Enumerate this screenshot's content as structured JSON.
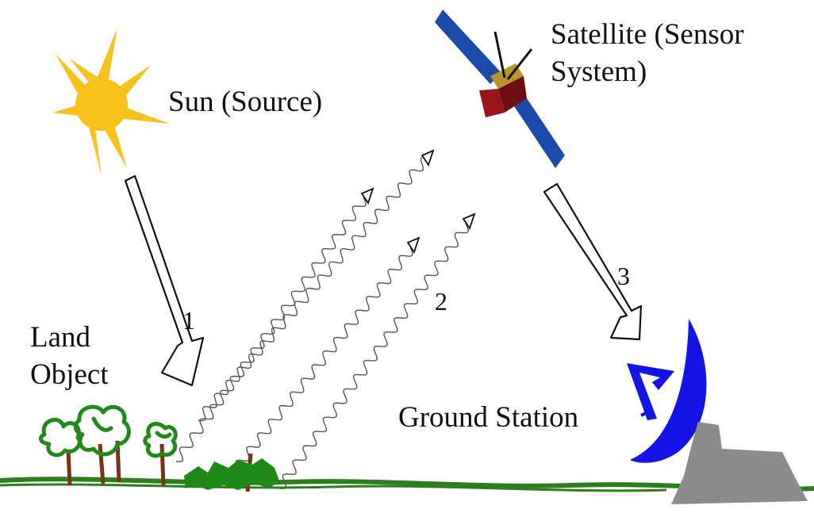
{
  "labels": {
    "sun": "Sun (Source)",
    "satellite_line1": "Satellite (Sensor",
    "satellite_line2": "System)",
    "land_line1": "Land",
    "land_line2": "Object",
    "ground_station": "Ground Station",
    "step1": "1",
    "step2": "2",
    "step3": "3"
  },
  "colors": {
    "sun": "#f7c21b",
    "satellite_panel": "#1c4aa8",
    "satellite_body": "#9b1418",
    "satellite_top": "#b7952c",
    "dish": "#1414e6",
    "station_building": "#8c8c8c",
    "vegetation": "#1f8a1a",
    "tree_trunk": "#7a3414",
    "ground": "#2e7d1e"
  }
}
